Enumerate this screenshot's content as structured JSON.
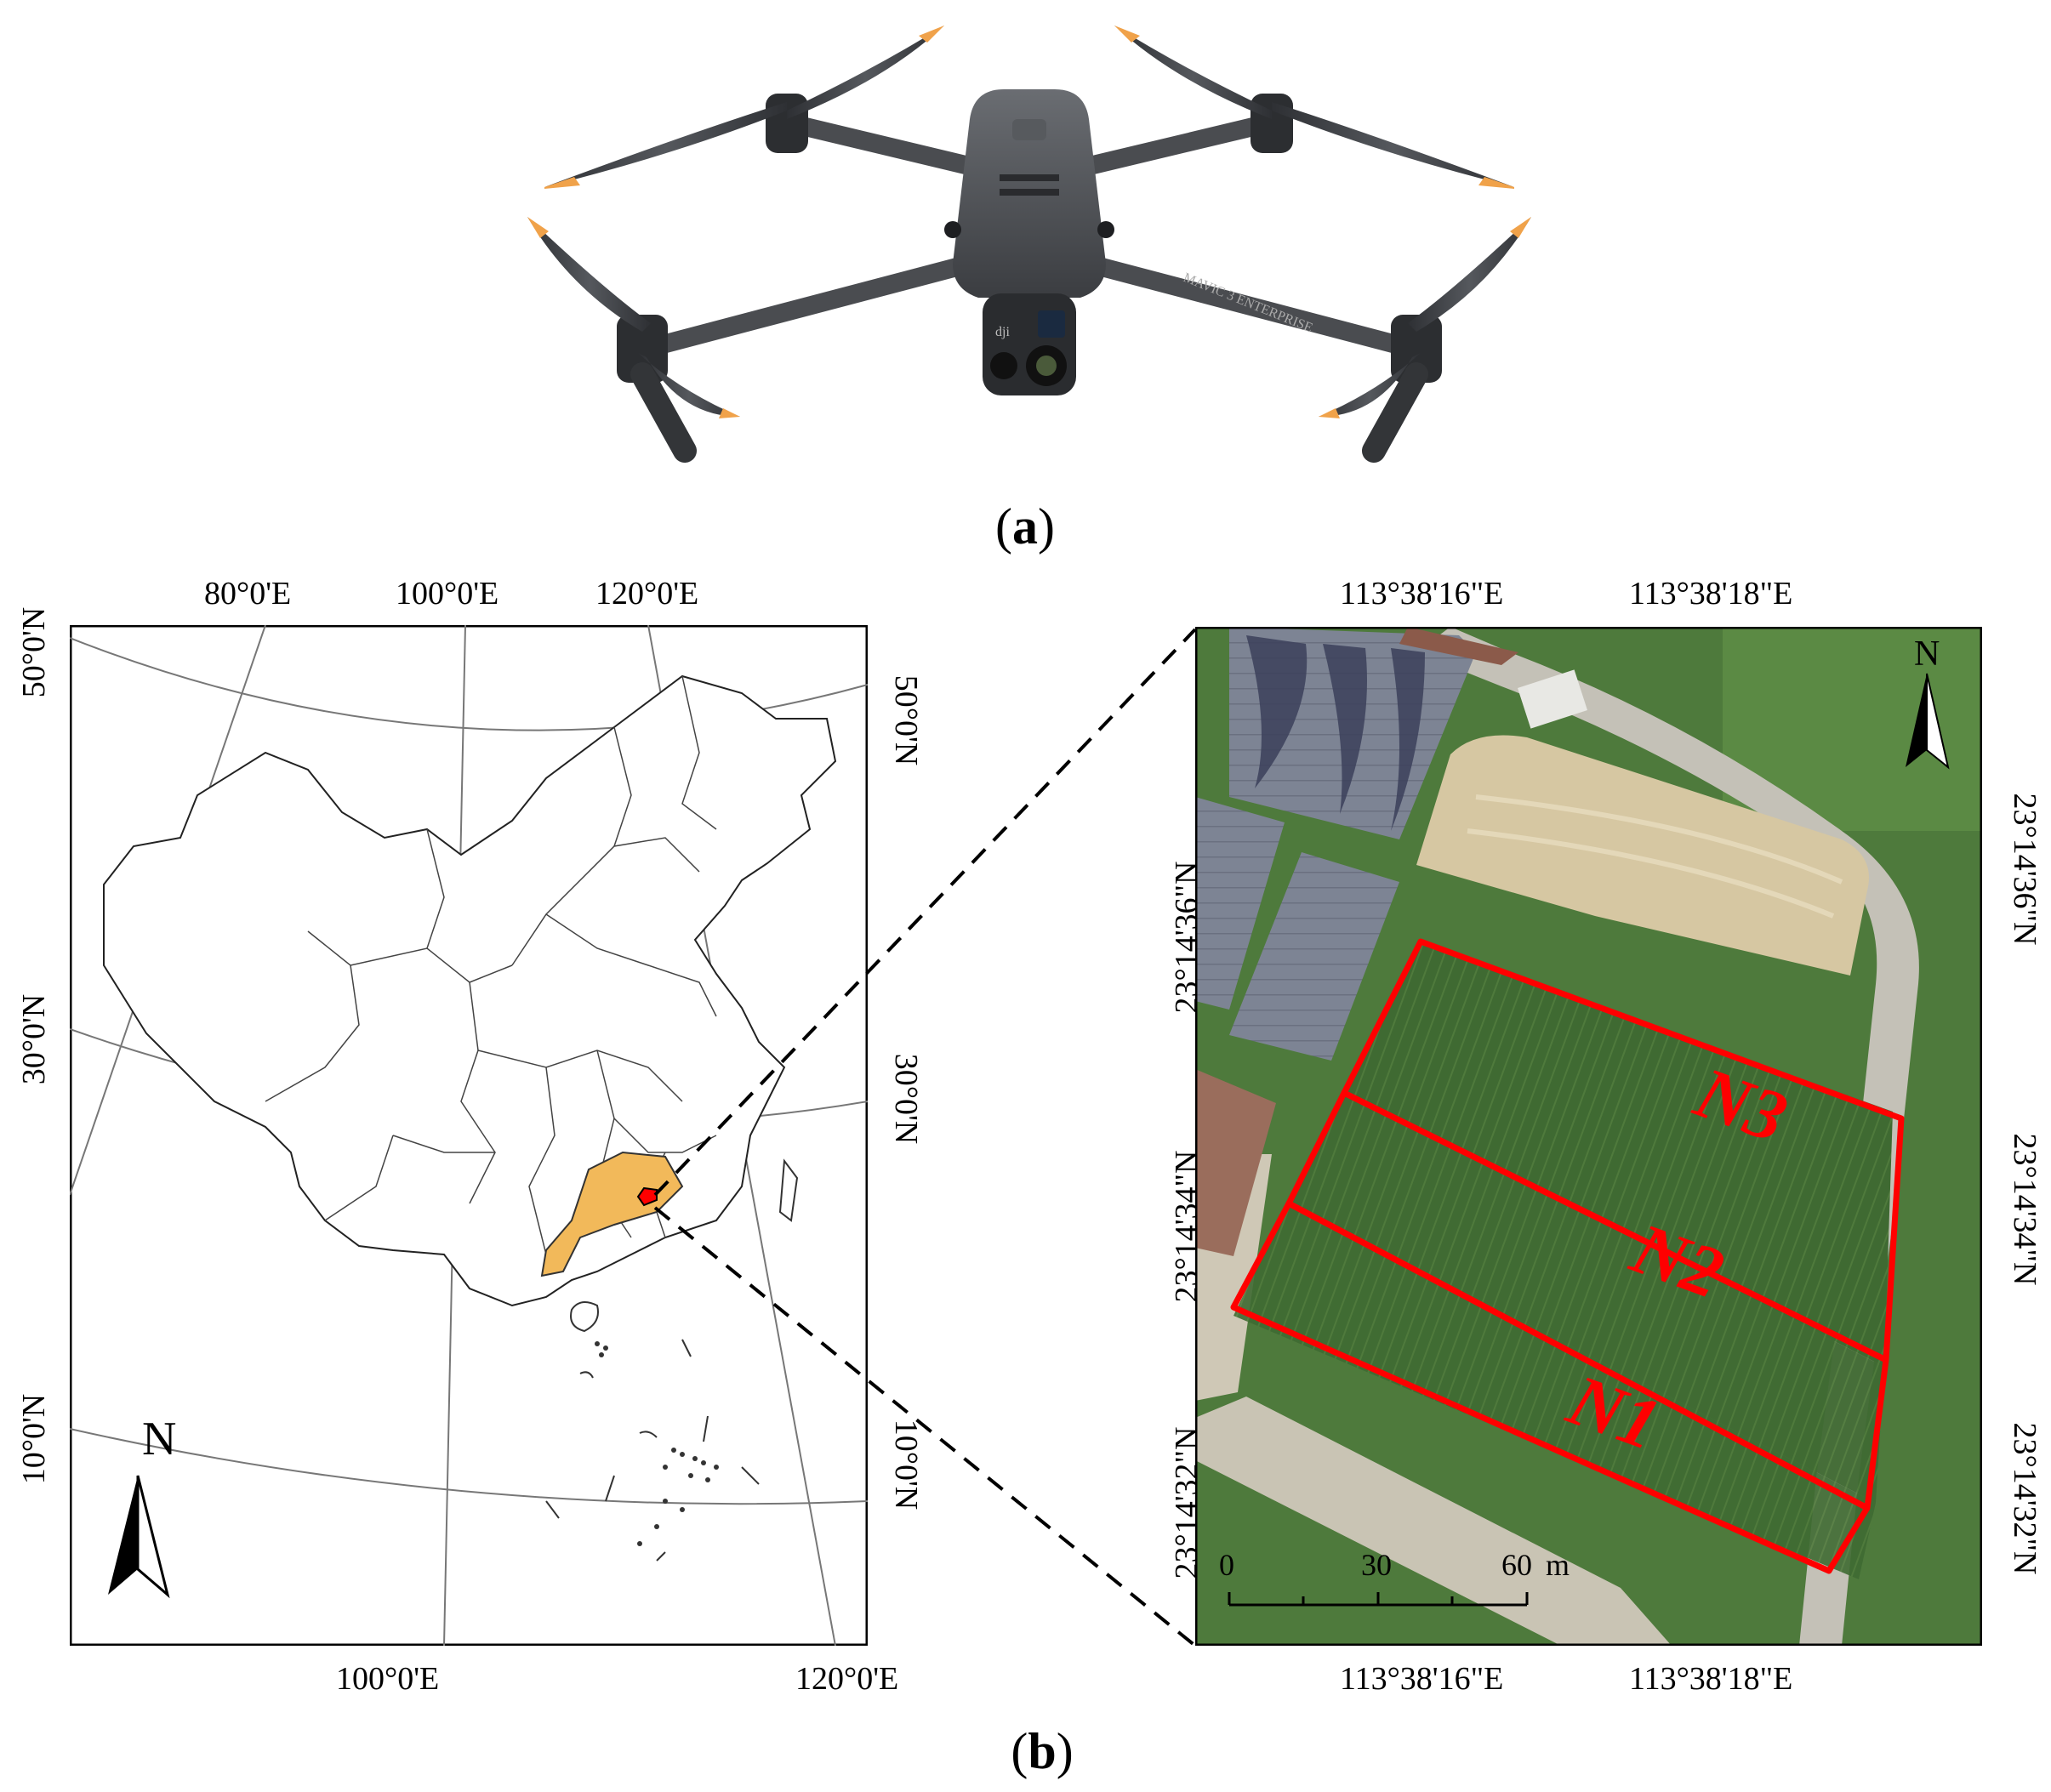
{
  "panel_a": {
    "caption_letter": "a",
    "drone_brand": "dji",
    "drone_model": "MAVIC 3 ENTERPRISE"
  },
  "panel_b": {
    "caption_letter": "b",
    "left_map": {
      "top_lon_labels": [
        "80°0'E",
        "100°0'E",
        "120°0'E"
      ],
      "bottom_lon_labels": [
        "100°0'E",
        "120°0'E"
      ],
      "left_lat_labels": [
        "50°0'N",
        "30°0'N",
        "10°0'N"
      ],
      "right_lat_labels": [
        "50°0'N",
        "30°0'N",
        "10°0'N"
      ],
      "north_label": "N",
      "highlight_color": "#f2b95a",
      "marker_color": "#ff0000"
    },
    "right_map": {
      "top_lon_labels": [
        "113°38'16\"E",
        "113°38'18\"E"
      ],
      "bottom_lon_labels": [
        "113°38'16\"E",
        "113°38'18\"E"
      ],
      "left_lat_labels": [
        "23°14'36\"N",
        "23°14'34\"N",
        "23°14'32\"N"
      ],
      "right_lat_labels": [
        "23°14'36\"N",
        "23°14'34\"N",
        "23°14'32\"N"
      ],
      "north_label": "N",
      "plots": [
        {
          "label": "N3"
        },
        {
          "label": "N2"
        },
        {
          "label": "N1"
        }
      ],
      "plot_color": "#ff0000",
      "scale_bar": {
        "ticks": [
          "0",
          "30",
          "60"
        ],
        "unit": "m"
      }
    }
  }
}
